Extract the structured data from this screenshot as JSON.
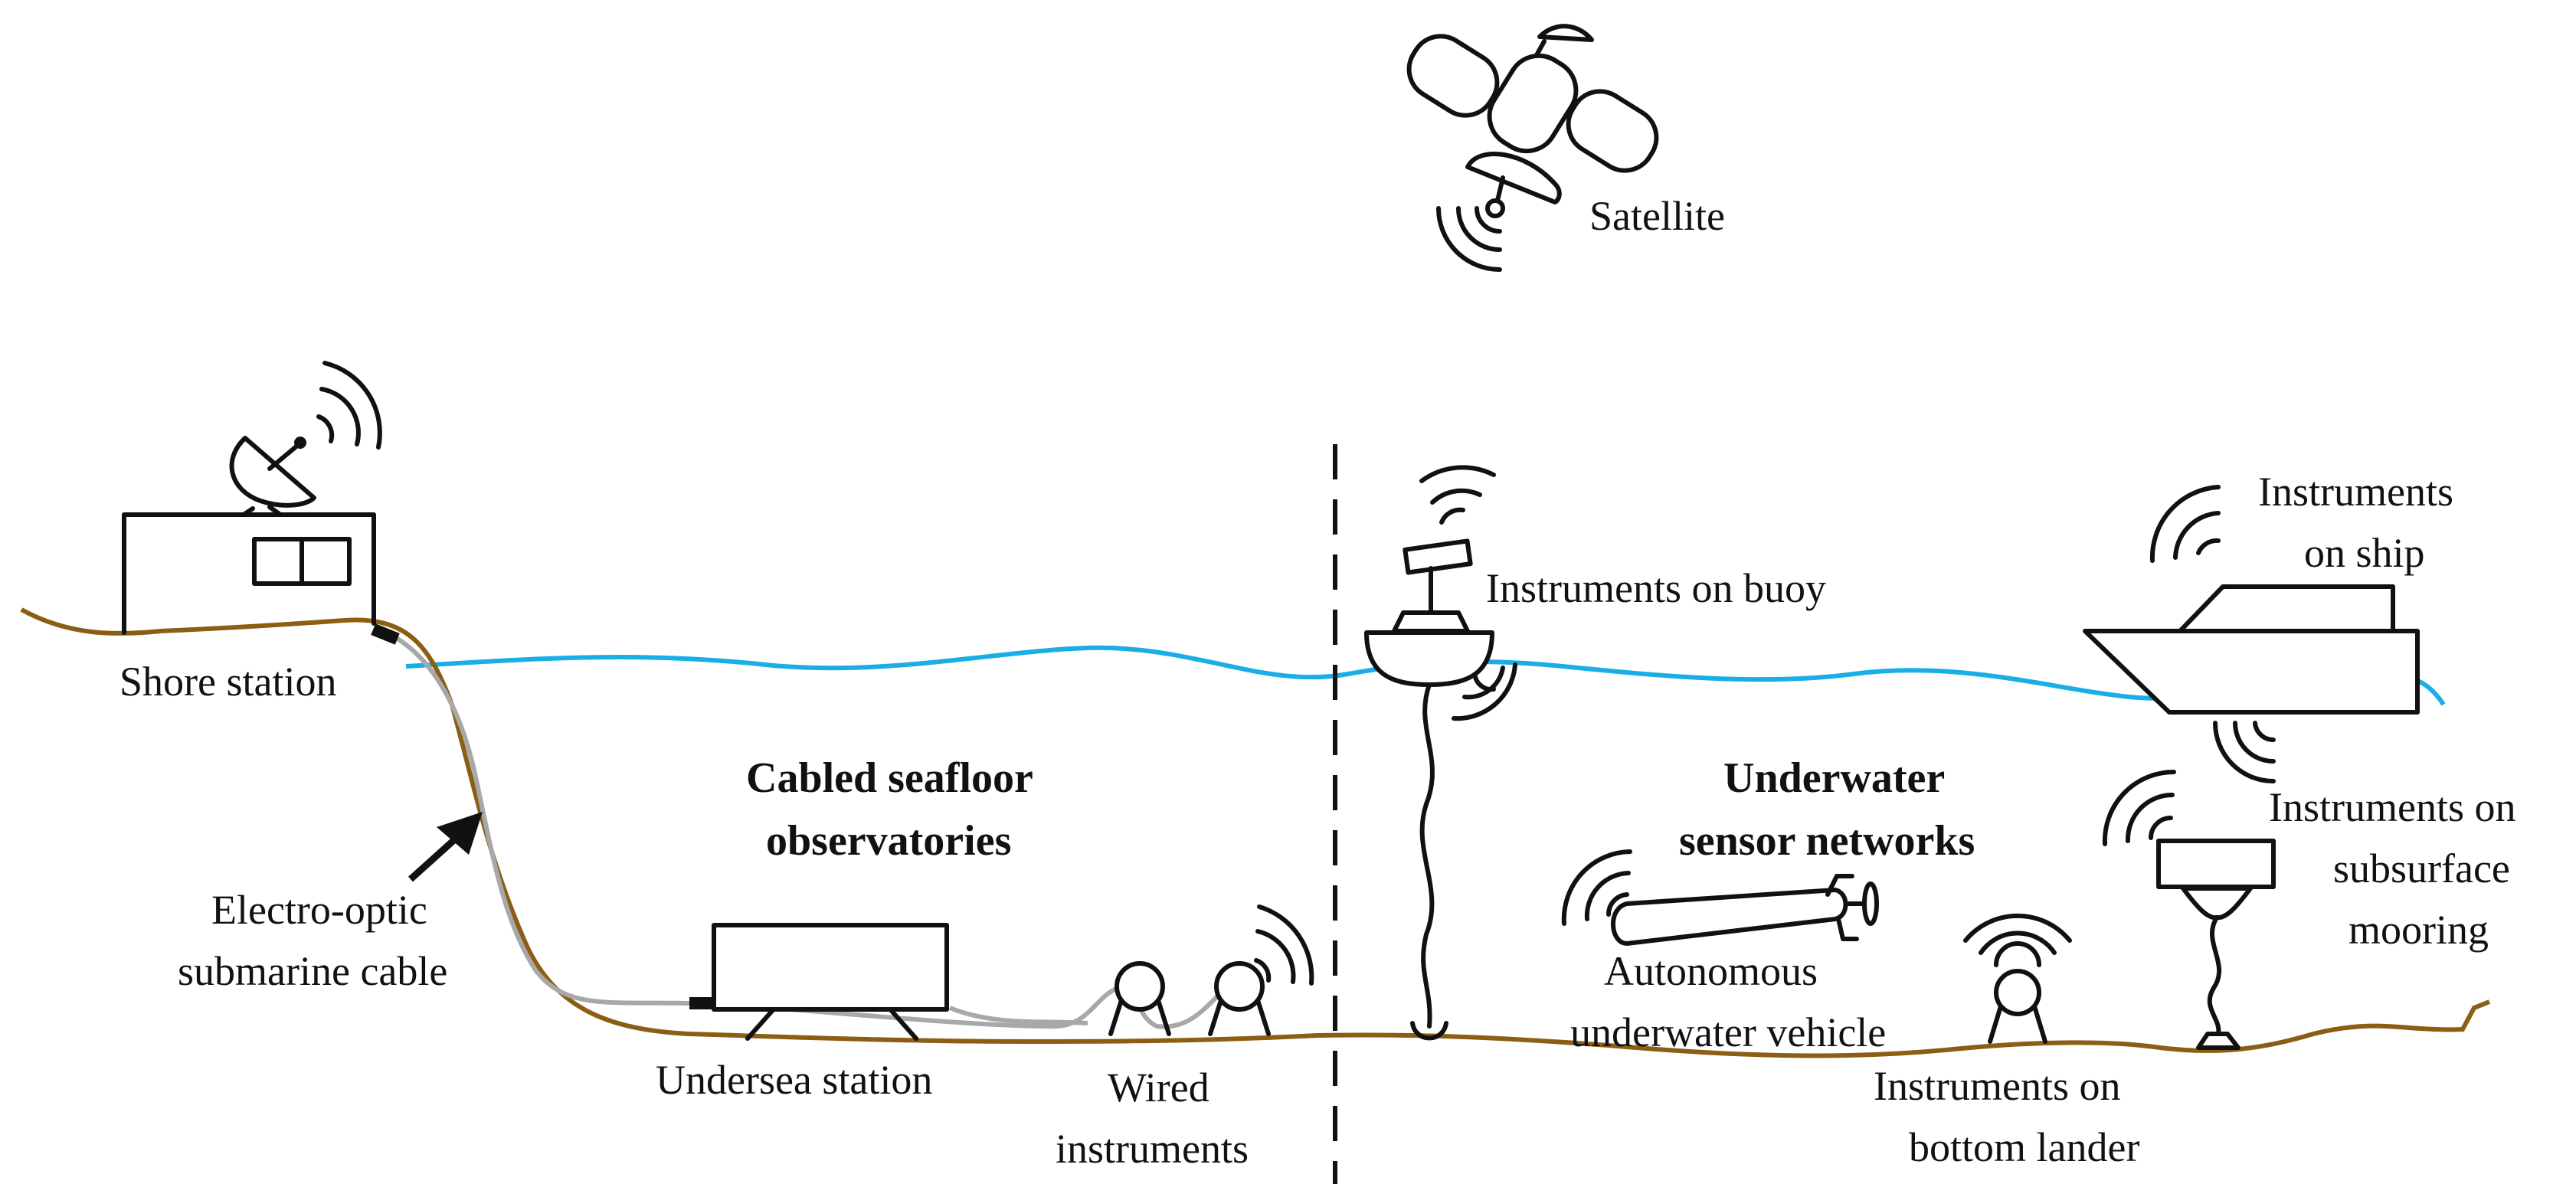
{
  "labels": {
    "satellite": "Satellite",
    "shore_station": "Shore station",
    "cable_line1": "Electro-optic",
    "cable_line2": "submarine cable",
    "cabled_line1": "Cabled seafloor",
    "cabled_line2": "observatories",
    "undersea_station": "Undersea station",
    "wired_line1": "Wired",
    "wired_line2": "instruments",
    "buoy": "Instruments on buoy",
    "ship_line1": "Instruments",
    "ship_line2": "on ship",
    "usn_line1": "Underwater",
    "usn_line2": "sensor networks",
    "mooring_line1": "Instruments on",
    "mooring_line2": "subsurface",
    "mooring_line3": "mooring",
    "auv_line1": "Autonomous",
    "auv_line2": "underwater vehicle",
    "lander_line1": "Instruments on",
    "lander_line2": "bottom lander"
  },
  "colors": {
    "seafloor": "#8B5E14",
    "sea_surface": "#1AAEE6",
    "cable": "#A8A8A8",
    "ink": "#111111"
  },
  "icons": [
    "satellite-icon",
    "satellite-dish-icon",
    "wireless-signal-icon",
    "buoy-icon",
    "ship-icon",
    "auv-icon",
    "lander-icon",
    "mooring-icon",
    "anchor-icon",
    "arrow-icon"
  ]
}
